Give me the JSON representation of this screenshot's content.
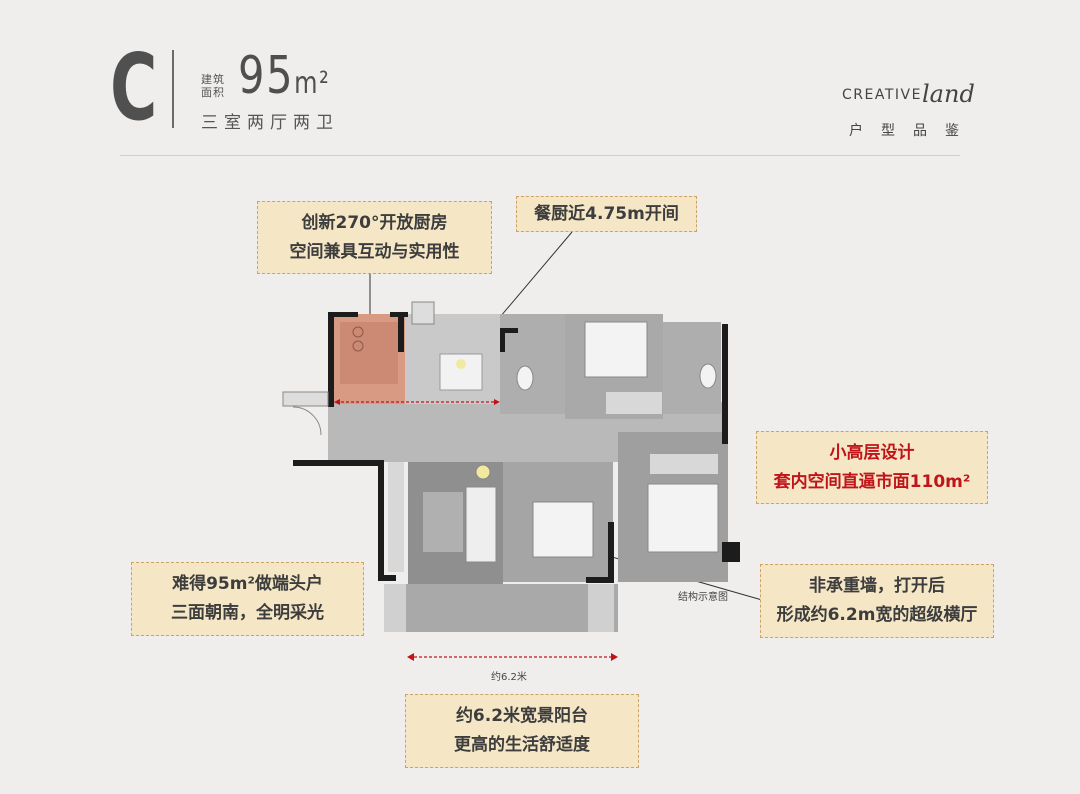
{
  "header": {
    "type_letter": "C",
    "area_label": "建筑面积",
    "area_value": "95",
    "area_unit": "m²",
    "layout": "三室两厅两卫"
  },
  "brand": {
    "name": "CREATIVE",
    "script": "land",
    "subtitle": "户型品鉴"
  },
  "callouts": {
    "kitchen_line1": "创新270°开放厨房",
    "kitchen_line2": "空间兼具互动与实用性",
    "dining": "餐厨近4.75m开间",
    "highrise_line1": "小高层设计",
    "highrise_line2": "套内空间直逼市面110m²",
    "end_unit_line1": "难得95m²做端头户",
    "end_unit_line2": "三面朝南，全明采光",
    "wall_line1": "非承重墙，打开后",
    "wall_line2": "形成约6.2m宽的超级横厅",
    "balcony_line1": "约6.2米宽景阳台",
    "balcony_line2": "更高的生活舒适度"
  },
  "plan": {
    "dimension_label": "约6.2米",
    "stamp": "结构示意图"
  },
  "colors": {
    "callout_bg": "#f5e7c6",
    "callout_border": "#c9a36a",
    "highlight_text": "#c0141a",
    "kitchen_fill": "#d99a84",
    "dimension_line": "#c0141a"
  }
}
